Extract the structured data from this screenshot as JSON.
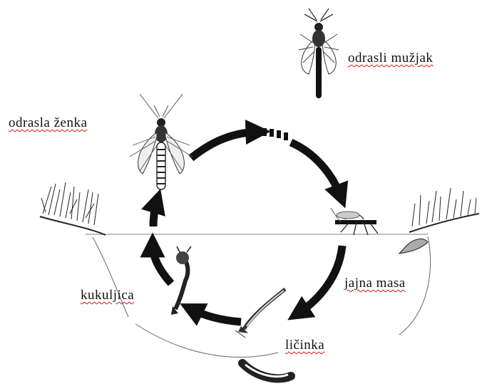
{
  "labels": {
    "adult_male": "odrasli mužjak",
    "adult_female": "odrasla ženka",
    "pupa": "kukuljica",
    "egg_mass": "jajna masa",
    "larva": "ličinka"
  },
  "colors": {
    "arrows": "#111111",
    "drawing": "#222222",
    "spellcheck_underline": "#dd1111"
  },
  "icons": {
    "adult_male": "mosquito-male-icon",
    "adult_female": "mosquito-female-icon",
    "egg_mass": "egg-mass-icon",
    "larva": "larva-icon",
    "pupa": "pupa-icon"
  }
}
